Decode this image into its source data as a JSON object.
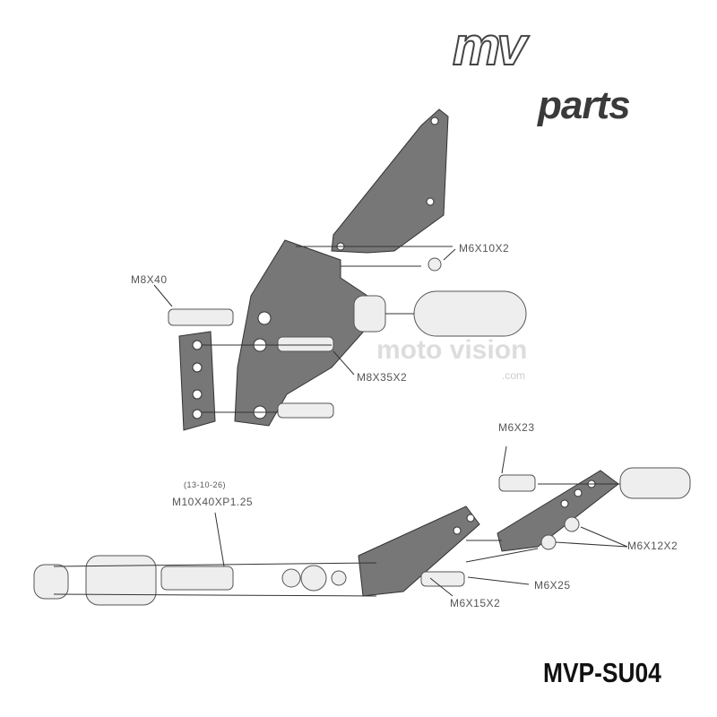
{
  "logo": {
    "mv": "mv",
    "parts": "parts"
  },
  "watermark": {
    "brand": "moto vision",
    "domain": ".com"
  },
  "labels": {
    "m6x10x2": "M6X10X2",
    "m8x40": "M8X40",
    "m8x35x2": "M8X35X2",
    "m6x23": "M6X23",
    "thread_note": "(13-10-26)",
    "m10x40": "M10X40XP1.25",
    "m6x12x2": "M6X12X2",
    "m6x25": "M6X25",
    "m6x15x2": "M6X15X2"
  },
  "product_code": "MVP-SU04"
}
